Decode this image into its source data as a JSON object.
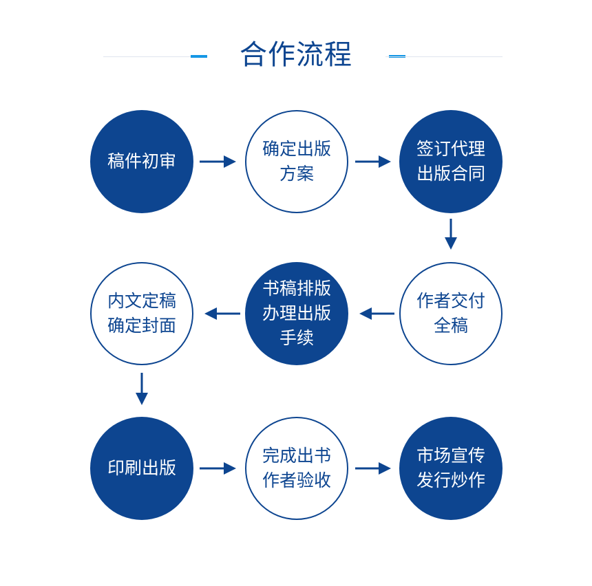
{
  "title": "合作流程",
  "colors": {
    "primary": "#0d4590",
    "accent": "#1597e5",
    "line": "#dfe5ee"
  },
  "steps": [
    {
      "lines": [
        "稿件初审"
      ],
      "style": "filled"
    },
    {
      "lines": [
        "确定出版",
        "方案"
      ],
      "style": "outline"
    },
    {
      "lines": [
        "签订代理",
        "出版合同"
      ],
      "style": "filled"
    },
    {
      "lines": [
        "作者交付",
        "全稿"
      ],
      "style": "outline"
    },
    {
      "lines": [
        "书稿排版",
        "办理出版",
        "手续"
      ],
      "style": "filled"
    },
    {
      "lines": [
        "内文定稿",
        "确定封面"
      ],
      "style": "outline"
    },
    {
      "lines": [
        "印刷出版"
      ],
      "style": "filled"
    },
    {
      "lines": [
        "完成出书",
        "作者验收"
      ],
      "style": "outline"
    },
    {
      "lines": [
        "市场宣传",
        "发行炒作"
      ],
      "style": "filled"
    }
  ]
}
